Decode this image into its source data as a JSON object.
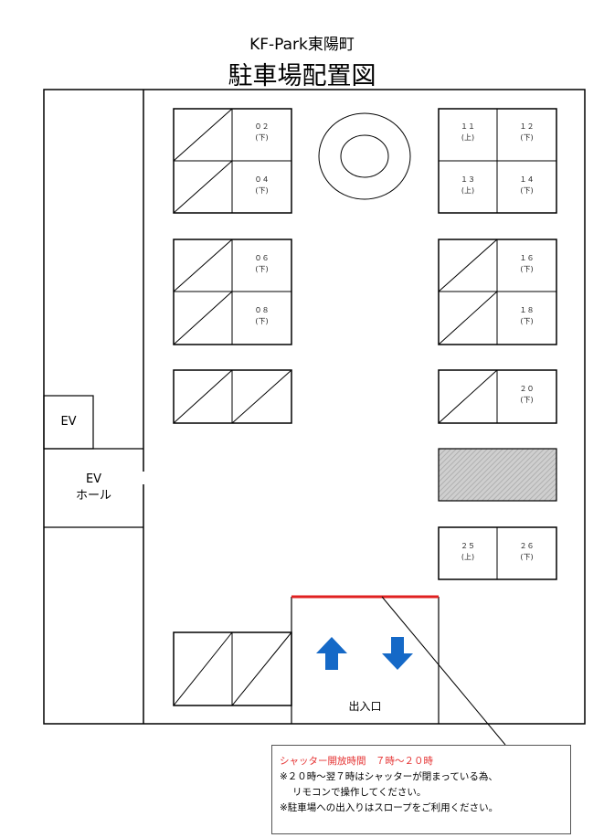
{
  "header": {
    "subtitle": "KF-Park東陽町",
    "title": "駐車場配置図"
  },
  "slots": {
    "s02": "０２\n(下)",
    "s04": "０４\n(下)",
    "s06": "０６\n(下)",
    "s08": "０８\n(下)",
    "s11": "１１\n(上)",
    "s12": "１２\n(下)",
    "s13": "１３\n(上)",
    "s14": "１４\n(下)",
    "s16": "１６\n(下)",
    "s18": "１８\n(下)",
    "s20": "２０\n(下)",
    "s25": "２５\n(上)",
    "s26": "２６\n(下)"
  },
  "elevator": {
    "ev": "EV",
    "hall_line1": "EV",
    "hall_line2": "ホール"
  },
  "entrance": {
    "label": "出入口"
  },
  "notice": {
    "hours": "シャッター開放時間　７時～２０時",
    "note1": "※２０時～翌７時はシャッターが閉まっている為、",
    "note1b": "リモコンで操作してください。",
    "note2": "※駐車場への出入りはスロープをご利用ください。"
  },
  "colors": {
    "shutter": "#e02020",
    "arrows": "#1569c7",
    "notice_hours": "#e53232"
  }
}
